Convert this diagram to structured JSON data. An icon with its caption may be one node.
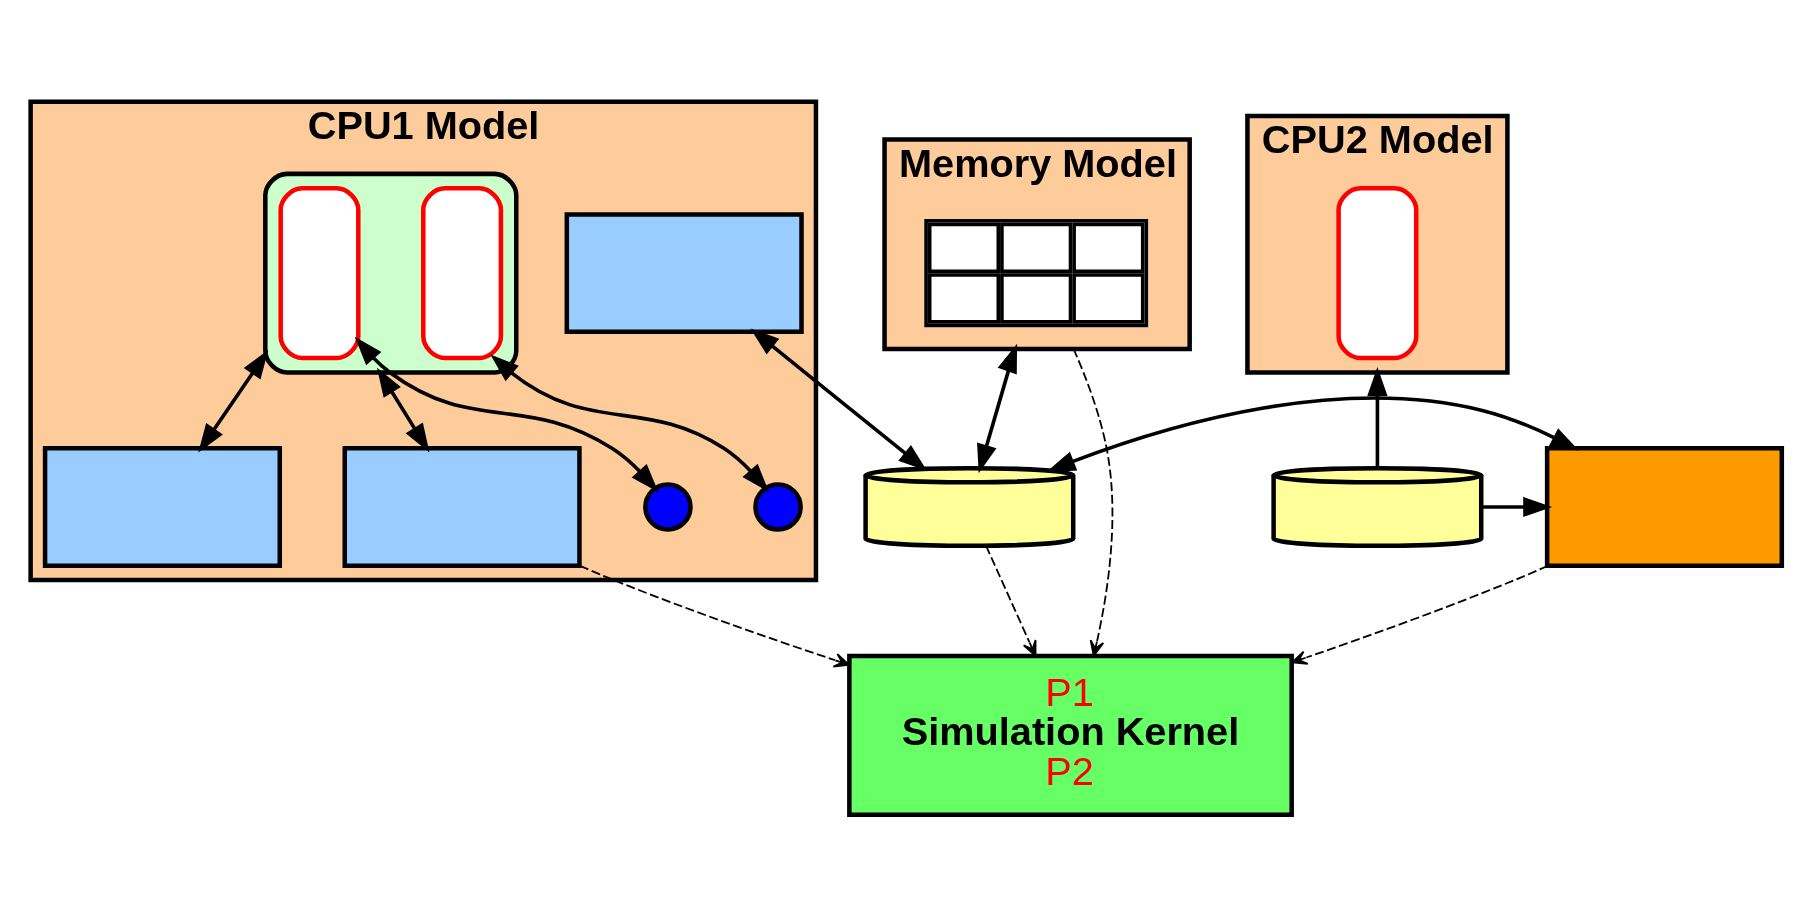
{
  "diagram": {
    "nodes": [
      {
        "text": [
          "CPU1 Model"
        ]
      },
      {
        "text": [],
        "shape": "box",
        "in": 0
      },
      {
        "text": [],
        "shape": "oval",
        "in": 1
      },
      {
        "text": [],
        "shape": "oval",
        "in": 1
      },
      {
        "text": [],
        "shape": "box",
        "in": 0
      },
      {
        "text": [],
        "shape": "box",
        "in": 0
      },
      {
        "text": [],
        "shape": "semicircle",
        "in": 0
      },
      {
        "text": [],
        "shape": "semicircle",
        "in": 0
      },
      {
        "text": [],
        "shape": "box",
        "in": 0
      },
      {
        "text": [
          "Memory Model"
        ]
      },
      {
        "text": [],
        "shape": "grid",
        "in": 9
      },
      {
        "text": [
          "CPU2 Model"
        ]
      },
      {
        "text": [],
        "shape": "oval",
        "in": 11
      },
      {
        "text": [],
        "shape": "cylinder"
      },
      {
        "text": [],
        "shape": "box"
      },
      {
        "text": [],
        "shape": "cylinder"
      },
      {
        "text": [
          "P1",
          "Simulation Kernel",
          "P2"
        ]
      }
    ],
    "edges": [
      {
        "from": 4,
        "to": 1,
        "arrow": "both"
      },
      {
        "from": 5,
        "to": 1,
        "arrow": "both"
      },
      {
        "from": 6,
        "to": 2,
        "arrow": "both"
      },
      {
        "from": 7,
        "to": 3,
        "arrow": "both"
      },
      {
        "from": 8,
        "to": 13,
        "arrow": "both"
      },
      {
        "from": 9,
        "to": 13,
        "arrow": "both"
      },
      {
        "from": 13,
        "to": 14,
        "arrow": "both"
      },
      {
        "from": 15,
        "to": 14,
        "arrow": "to"
      },
      {
        "from": 15,
        "to": 11,
        "arrow": "to"
      },
      {
        "from": 5,
        "to": 16,
        "arrow": "to",
        "style": "dashed"
      },
      {
        "from": 13,
        "to": 16,
        "arrow": "to",
        "style": "dashed"
      },
      {
        "from": 9,
        "to": 16,
        "arrow": "to",
        "style": "dashed"
      },
      {
        "from": 14,
        "to": 16,
        "arrow": "to",
        "style": "dashed"
      }
    ]
  }
}
